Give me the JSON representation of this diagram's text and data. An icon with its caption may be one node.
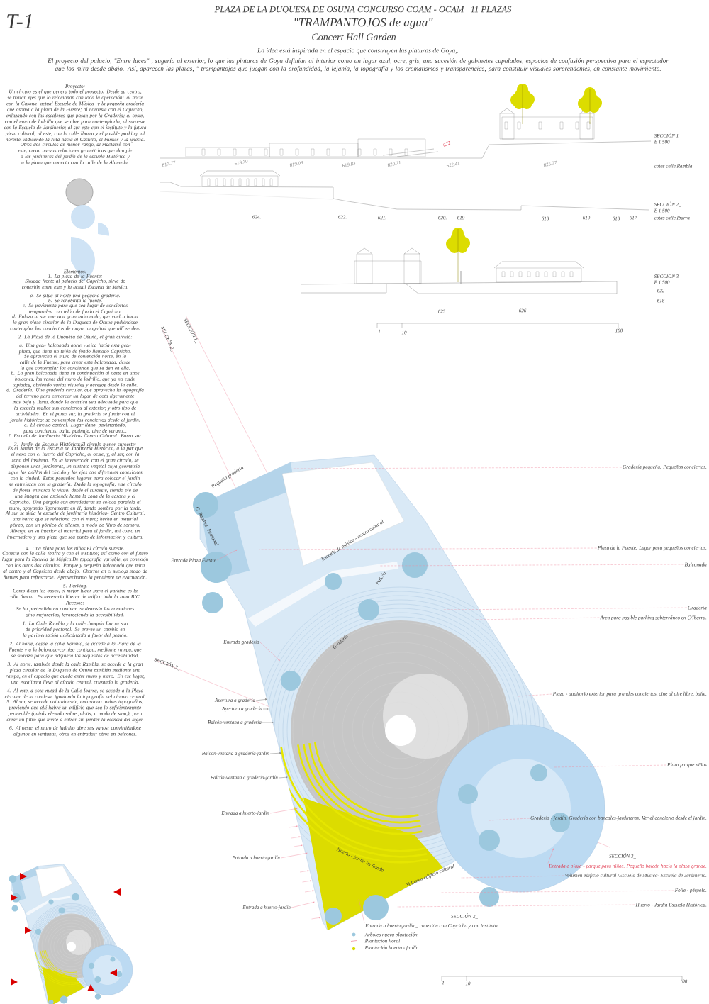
{
  "diagram": {
    "title": "\"TRAMPANTOJOS de agua\"",
    "nodes": [
      {
        "text": [
          "Gradería pequeña. Pequeños conciertos."
        ]
      },
      {
        "text": [
          "Plaza de la Fuente. Lugar para pequeños conciertos."
        ]
      },
      {
        "text": [
          "Balconada"
        ]
      },
      {
        "text": [
          "Gradería"
        ]
      },
      {
        "text": [
          "Área para posible parking subterráneo en C/Ibarra."
        ]
      },
      {
        "text": [
          "Plaza - auditorio exterior para grandes conciertos, cine al aire libre, baile."
        ]
      },
      {
        "text": [
          "Plaza  parque niños"
        ]
      },
      {
        "text": [
          "Gradería - jardín. Gradería con bancales-jardineras. Ver el concierto desde el jardín."
        ]
      },
      {
        "text": [
          "Entrada a plaza - parque para niños. Pequeño balcón hacia la plaza grande."
        ]
      },
      {
        "text": [
          "Volumen edificio cultural /Escuela de Música- Escuela de Jardinería."
        ]
      },
      {
        "text": [
          "Folie - pérgola."
        ]
      },
      {
        "text": [
          "Huerto - Jardín Escuela Histórica."
        ]
      },
      {
        "text": [
          "Entrada Plaza Fuente"
        ]
      },
      {
        "text": [
          "Entrada gradería"
        ]
      },
      {
        "text": [
          "Apertura a gradería"
        ]
      },
      {
        "text": [
          "Apertura a gradería"
        ]
      },
      {
        "text": [
          "Balcón-ventana a gradería"
        ]
      },
      {
        "text": [
          "Balcón-ventana a gradería-jardín"
        ]
      },
      {
        "text": [
          "Balcón-ventana a gradería-jardín"
        ]
      },
      {
        "text": [
          "Entrada a huerto-jardín"
        ]
      },
      {
        "text": [
          "Entrada a huerto-jardín"
        ]
      },
      {
        "text": [
          "Entrada a huerto-jardín"
        ]
      },
      {
        "text": [
          "Entrada a huerto-jardín _ conexión con Capricho y con instituto."
        ]
      },
      {
        "text": [
          "Pequeña gradería",
          "C/ Rambla. Peatonal",
          "Escuela de música - centro cultural",
          "Balcón",
          "Gradería",
          "Huerto - jardín inclinado",
          "Volumen edificio cultural"
        ]
      }
    ],
    "edges": [
      {
        "from": 0,
        "to": 23,
        "arrow": "none",
        "style": "dashed"
      },
      {
        "from": 1,
        "to": 23,
        "arrow": "none",
        "style": "dashed"
      },
      {
        "from": 2,
        "to": 23,
        "arrow": "none",
        "style": "dashed"
      },
      {
        "from": 3,
        "to": 23,
        "arrow": "none",
        "style": "dashed"
      },
      {
        "from": 4,
        "to": 23,
        "arrow": "none",
        "style": "dashed"
      },
      {
        "from": 5,
        "to": 23,
        "arrow": "none",
        "style": "dashed"
      },
      {
        "from": 6,
        "to": 23,
        "arrow": "none",
        "style": "dashed"
      },
      {
        "from": 7,
        "to": 23,
        "arrow": "none",
        "style": "dashed"
      },
      {
        "from": 8,
        "to": 23,
        "arrow": "to"
      },
      {
        "from": 9,
        "to": 23,
        "arrow": "none",
        "style": "dashed"
      },
      {
        "from": 10,
        "to": 23,
        "arrow": "none",
        "style": "dashed"
      },
      {
        "from": 11,
        "to": 23,
        "arrow": "none",
        "style": "dashed"
      },
      {
        "from": 12,
        "to": 23,
        "arrow": "to"
      },
      {
        "from": 13,
        "to": 23,
        "arrow": "to"
      },
      {
        "from": 14,
        "to": 23,
        "arrow": "to",
        "color": "#707070"
      },
      {
        "from": 15,
        "to": 23,
        "arrow": "to",
        "color": "#707070"
      },
      {
        "from": 16,
        "to": 23,
        "arrow": "to",
        "color": "#707070"
      },
      {
        "from": 17,
        "to": 23,
        "arrow": "to",
        "color": "#707070"
      },
      {
        "from": 18,
        "to": 23,
        "arrow": "to",
        "color": "#707070"
      },
      {
        "from": 19,
        "to": 23,
        "arrow": "to"
      },
      {
        "from": 20,
        "to": 23,
        "arrow": "to"
      },
      {
        "from": 21,
        "to": 23,
        "arrow": "to"
      },
      {
        "from": 22,
        "to": 23,
        "arrow": "none"
      }
    ],
    "labels": [
      "T-1",
      "PLAZA DE LA DUQUESA DE OSUNA CONCURSO COAM - OCAM_ 11 PLAZAS",
      "Concert Hall Garden",
      "La idea está inspirada en el espacio que construyen las pinturas de Goya,.",
      "El proyecto del palacio, \"Entre luces\" , sugería al exterior, lo que las pinturas de Goya definían  al interior como un lugar azul, ocre, gris, una sucesión de gabinetes cupulados, espacios de confusión perspectiva para el espectador que los mira desde abajo. Así, aparecen las plazas, \" trampantojos que juegan con la profundidad, la lejanía, la topografía y los cromatismos y transparencias,  para constituir visuales sorprendentes, en constante movimiento.",
      "Proyecto:",
      "Un círculo es el que genera todo el proyecto. Desde su centro, se trazan ejes que lo relacionan con toda la operación: al norte con la Casona -actual Escuela de Música- y la pequeña gradería que asoma a la plaza de la Fuente; al noroeste con el Capricho, enlazando con las escaleras que pasan por la Gradería; al oeste, con el muro de ladrillo que se abre para contemplarlo; al suroeste con la Escuela de Jardinería; al sur-este con el instituto y la futura pieza cultural; al este, con la calle Ibarra y el posible parking; al noreste, indicando la ruta hacia el Castillo, el búnker y la iglesia.",
      "Otros dos círculos de menor rango, al maclarse con este, crean nuevas relaciones geométricas que dan pie a las jardineras del jardín de la escuela  Histórica y a la plaza que conecta con la calle de la Alameda.",
      "Elementos:",
      "1. La plaza de la Fuente:",
      "Situada frente al palacio del Capricho, sirve de conexión entre este y la actual Escuela de Música.",
      "a. Se sitúa al norte una pequeña gradería.",
      "b. Se rehabilita la fuente.",
      "c. Se pavimenta para que sea lugar de conciertos temporales, con telón de fondo el Capricho.",
      "d. Enlaza al sur con una gran balconada, que vuelca hacia la gran plaza circular de la Duquesa de Osuna pudiéndose contemplar los conciertos de mayor magnitud que allí se den.",
      "2. La Plaza de la Duquesa de Osuna, el gran círculo:",
      "a. Una gran balconada norte vuelca hacia esta gran plaza, que tiene un telón de fondo llamado Capricho.",
      "Se aprovecha el muro de contención norte, en la calle de la Fuente, para crear esta balconada, desde la que contemplar los conciertos que se den en ella.",
      "b. La gran balconada tiene su continuación al oeste en unos balcones, los vanos del muro de ladrillo, que ya no están tapiados, abriendo varias visuales y accesos desde la calle.",
      "d. Gradería. Una gradería circular, que aprovecha la topografía del terreno para enmarcar un lugar de cota ligeramente más baja y llana, donde la acústica sea adecuada para que la escuela realice sus conciertos al exterior, y otro tipo de actividades. En el punto sur, la gradería se funde con el jardín histórico; se contemplan los conciertos desde el jardín.",
      "e. El círculo central. Lugar llano, pavimentado, para conciertos, baile, patinaje, cine de verano...",
      "f. Escuela de Jardinería Histórica- Centro Cultural. Barra sur.",
      "3. Jardín de Escuela Histórica:El círculo menor suroeste:",
      "Es el Jardín de la Escuela de Jardinería Histórica, a la par que el nexo con el huerto del Capricho, al oeste, y, al sur, con la zona del instituto. En la intersección con el gran círculo, se disponen unas jardineras, un sustrato vegetal cuya geometría sigue los anillos del círculo y los ejes con diferentes conexiones con la ciudad. Estos pequeños lugares para colocar el jardín se entrelazan con la gradería. Dada la topografía, este círculo de flores enmarca la visual desde el suroeste, siendo pie de una imagen que asciende hasta la zona de la casona y el Capricho. Una pérgola con enredaderas se coloca paralela al muro, apoyando ligeramente en él, dando sombra por la tarde.",
      "Al sur se sitúa la escuela de jardinería histórica- Centro Cultural, una barra que se relaciona con el muro; hecha en material pétreo, con un pórtico de pilares, a modo de filtro de sombra. Alberga en su interior el material para el jardín, así como un invernadero y una pieza que sea punto de información y cultura.",
      "4. Una plaza para los niños.El círculo sureste.",
      "Conecta con la calle Ibarra y con el instituto; así como con el futuro lugar para la Escuela de Música.De topografía variable, en conexión con los otros dos círculos. Parque y pequeña balconada que mira al centro y al Capricho desde abajo. Chorros en el suelo,a modo de fuentes para refrescarse. Aprovechando la pendiente de evacuación.",
      "5. Parking.",
      "Como dicen las bases, el mejor lugar para el parking es la calle Ibarra. Es necesario liberar de tráfico toda la zona BIC..",
      "Accesos:",
      "Se ha pretendido no cambiar en demasía las conexiones sino mejorarlas, favoreciendo la accesibilidad.",
      "1. La Calle Rambla y la calle Joaquín Ibarra son de prioridad peatonal. Se prevee un cambio en la pavimentación unificándola a favor del peatón.",
      "2. Al norte, desde la calle Rambla, se accede a la Plaza de la Fuente y a la balonada-cornisa contigua, mediante rampa, que se suaviza para que adquiera los requisitos de accesibilidad.",
      "3. Al norte, también desde la calle Rambla, se accede a la gran plaza circular de la Duquesa de Osuna también mediante una rampa, en el espacio que queda entre muro y muro. En ese lugar, una escalinata lleva al círculo central, cruzando la gradería.",
      "4. Al este, a cota mitad de la Calle Ibarra, se accede a la Plaza circular de la condesa, igualando la topografía del círculo central.",
      "5. Al sur, se accede naturalmente, enrasando ambas topografías; previendo que allí habrá un edificio que sea lo suficientemente permeable (quizás elevado sobre pilotis, a modo de stoa,), para crear un filtro que invite a entrar sin perder la esencia del lugar.",
      "6. Al oeste, el muro de ladrillo abre sus vanos; convirtiéndose algunos en ventanas, otros en entradas; otros en balcones.",
      "SECCIÓN 1_",
      "622",
      "E 1 500",
      "617.77",
      "618.70",
      "619.09",
      "619.83",
      "620.71",
      "622.41",
      "625.37",
      "cotas calle  Rambla",
      "SECCIÓN 2_",
      "E 1 500",
      "624.",
      "622.",
      "621.",
      "620.",
      "619",
      "618",
      "619",
      "618",
      "617",
      "cotas calle Ibarra",
      "SECCIÓN 3",
      "E 1 500",
      "622",
      "618",
      "625",
      "626",
      "1",
      "10",
      "100",
      "SECCIÓN 2_",
      "SECCIÓN 1_",
      "SECCIÓN 3_",
      "SECCIÓN 3_",
      "SECCIÓN 2_",
      "1",
      "10",
      "100"
    ],
    "legend": [
      {
        "text": "Árboles nueva plantación"
      },
      {
        "text": "Plantación floral"
      },
      {
        "text": "Plantación huerto - jardín",
        "color": "#d8dc00"
      }
    ]
  }
}
